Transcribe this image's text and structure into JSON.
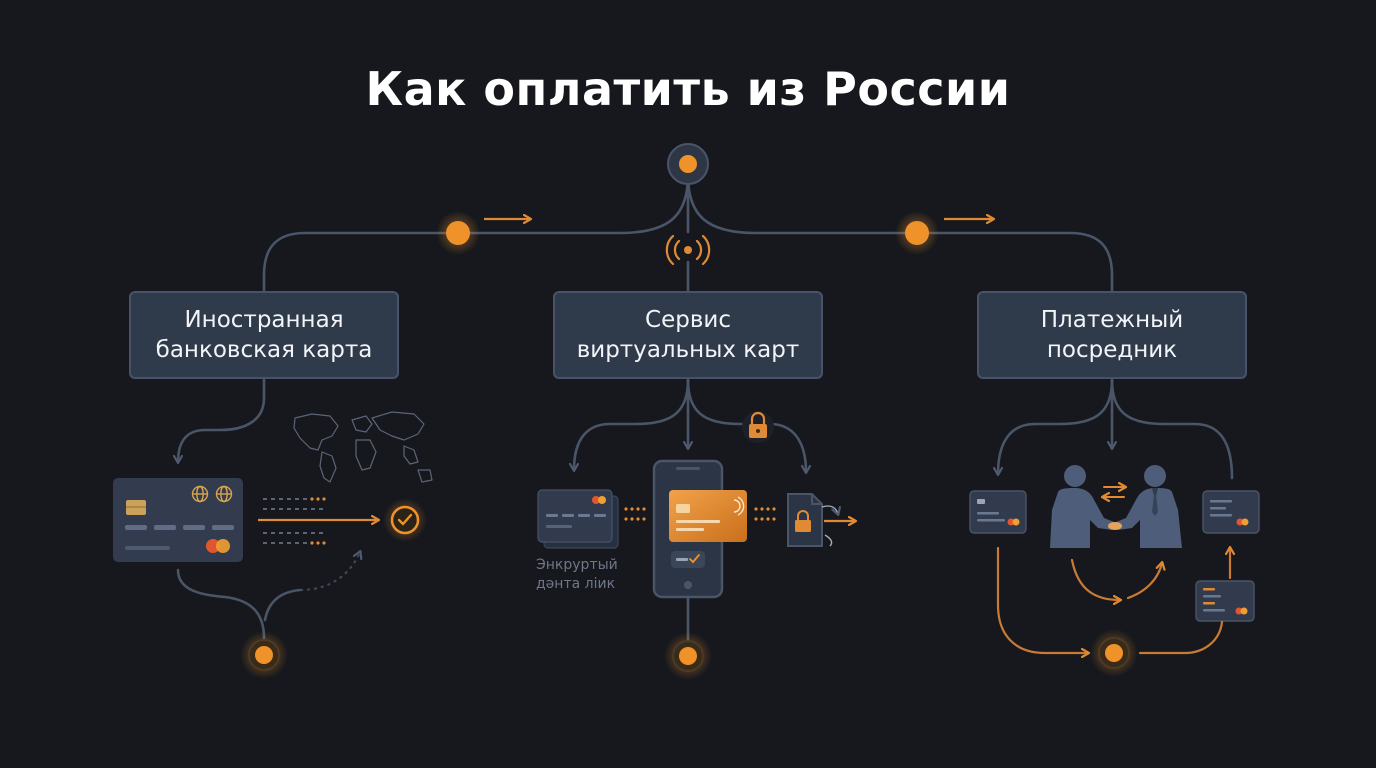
{
  "title": "Как оплатить из России",
  "colors": {
    "background": "#16181d",
    "line": "#4a5568",
    "accent": "#f0922a",
    "box": "#2f3a4b",
    "box_border": "#46536a",
    "text": "#f2f4f7"
  },
  "methods": [
    {
      "label_line1": "Иностранная",
      "label_line2": "банковская карта",
      "icons": [
        "bank-card-icon",
        "globe-icon",
        "world-map-icon",
        "check-badge-icon"
      ]
    },
    {
      "label_line1": "Сервис",
      "label_line2": "виртуальных карт",
      "icons": [
        "signal-icon",
        "lock-icon",
        "card-stack-icon",
        "smartphone-icon",
        "locked-document-icon"
      ],
      "caption_line1": "Энкруртый",
      "caption_line2": "дәнта ліик"
    },
    {
      "label_line1": "Платежный",
      "label_line2": "посредник",
      "icons": [
        "handshake-icon",
        "exchange-arrows-icon",
        "card-icon"
      ]
    }
  ]
}
